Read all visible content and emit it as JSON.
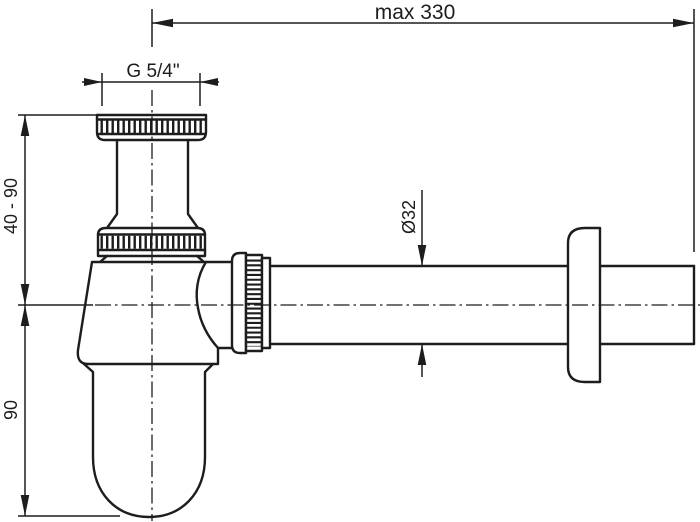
{
  "drawing": {
    "kind": "technical-drawing",
    "subject": "bottle-trap-siphon",
    "line_color": "#1d1d1d",
    "background_color": "#ffffff",
    "labels": {
      "overall_length": "max 330",
      "inlet_thread": "G 5/4\"",
      "adjustable_height": "40 - 90",
      "cup_height": "90",
      "pipe_diameter": "Ø32"
    }
  }
}
